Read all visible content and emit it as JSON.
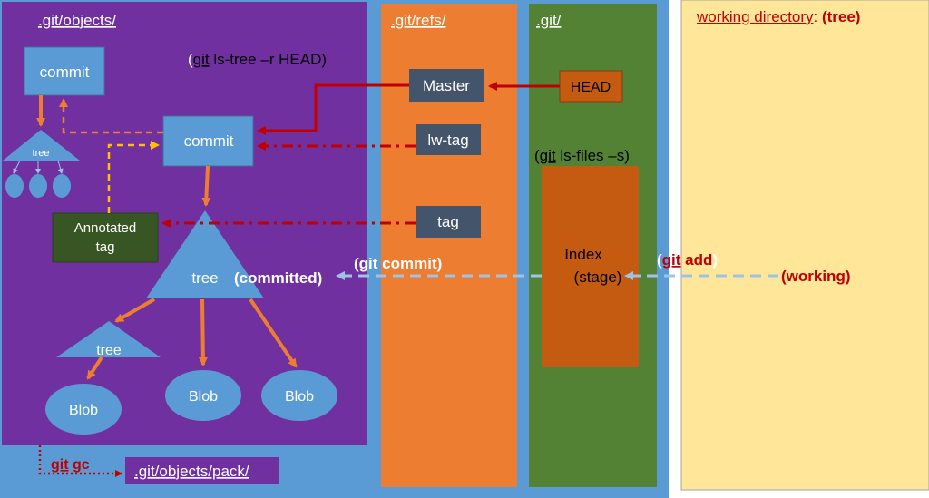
{
  "colors": {
    "outer_bg": "#5b9bd5",
    "objects_region": "#7030a0",
    "refs_region": "#ed7d31",
    "git_region": "#548235",
    "working_region": "#ffe699",
    "index_box": "#c55a11",
    "node_blue": "#5b9bd5",
    "ref_box": "#44546a",
    "annotated_tag_box": "#375623",
    "head_box": "#c55a11",
    "arrow_orange": "#ed7d31",
    "arrow_red": "#c00000",
    "arrow_yellow": "#ffc000",
    "arrow_dashed_blue": "#9dc3e6",
    "label_red": "#c00000",
    "white": "#ffffff",
    "black": "#000000"
  },
  "regions": {
    "objects": ".git/objects/",
    "refs": ".git/refs/",
    "git": ".git/",
    "working_prefix": "working directory",
    "working_colon": ": ",
    "working_suffix": "(tree)"
  },
  "labels": {
    "ls_tree_open": "(",
    "ls_tree_git": "git",
    "ls_tree_rest": " ls-tree –r HEAD)",
    "ls_files_open": "(",
    "ls_files_git": "git",
    "ls_files_rest": " ls-files –s)",
    "git_commit_open": "(",
    "git_commit_text": "git commit)",
    "git_add_open": "(",
    "git_add_git": "git",
    "git_add_rest": " add",
    "git_add_close": ")",
    "committed": "(committed)",
    "working": "(working)",
    "git_gc_git": "git",
    "git_gc_rest": " gc",
    "pack": ".git/objects/pack/"
  },
  "nodes": {
    "old_commit": "commit",
    "old_tree": "tree",
    "commit": "commit",
    "annotated_tag_line1": "Annotated",
    "annotated_tag_line2": "tag",
    "tree": "tree",
    "subtree": "tree",
    "blob": "Blob",
    "master": "Master",
    "lw_tag": "lw-tag",
    "tag": "tag",
    "head": "HEAD",
    "index_line1": "Index",
    "index_line2": "(stage)"
  }
}
